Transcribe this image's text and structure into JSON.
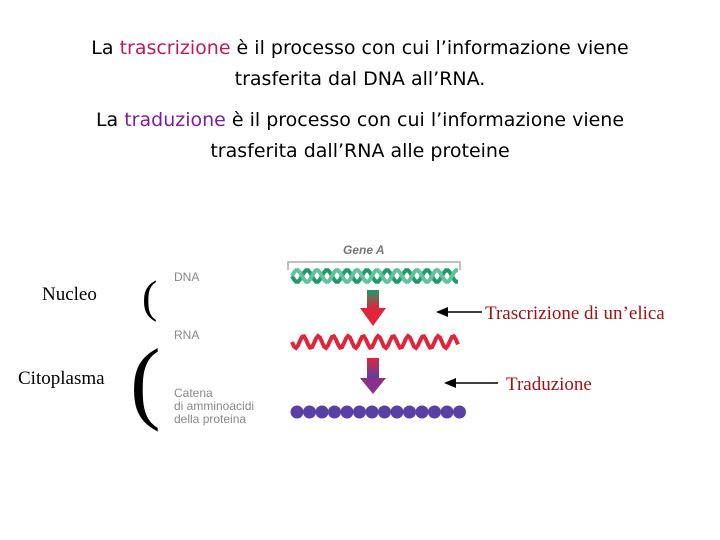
{
  "paragraphs": [
    {
      "pre": "La ",
      "term": "trascrizione",
      "post_line1": " è il processo con cui l’informazione viene",
      "line2": "trasferita dal DNA all’RNA."
    },
    {
      "pre": "La ",
      "term": "traduzione",
      "post_line1": " è il processo con cui l’informazione viene",
      "line2": "trasferita dall’RNA alle proteine"
    }
  ],
  "left_labels": {
    "nucleus": "Nucleo",
    "cytoplasm": "Citoplasma"
  },
  "figure_labels": {
    "gene": "Gene A",
    "dna": "DNA",
    "rna": "RNA",
    "chain": [
      "Catena",
      "di amminoacidi",
      "della proteina"
    ]
  },
  "right_labels": {
    "transcription": "Trascrizione di un’elica",
    "translation": "Traduzione"
  },
  "colors": {
    "term1": "#c2185b",
    "term2": "#7b1fa2",
    "dna_green": "#1f9a6a",
    "rna_red": "#e0243a",
    "protein_purple": "#5a3fa6",
    "arrow_label": "#a31212"
  }
}
